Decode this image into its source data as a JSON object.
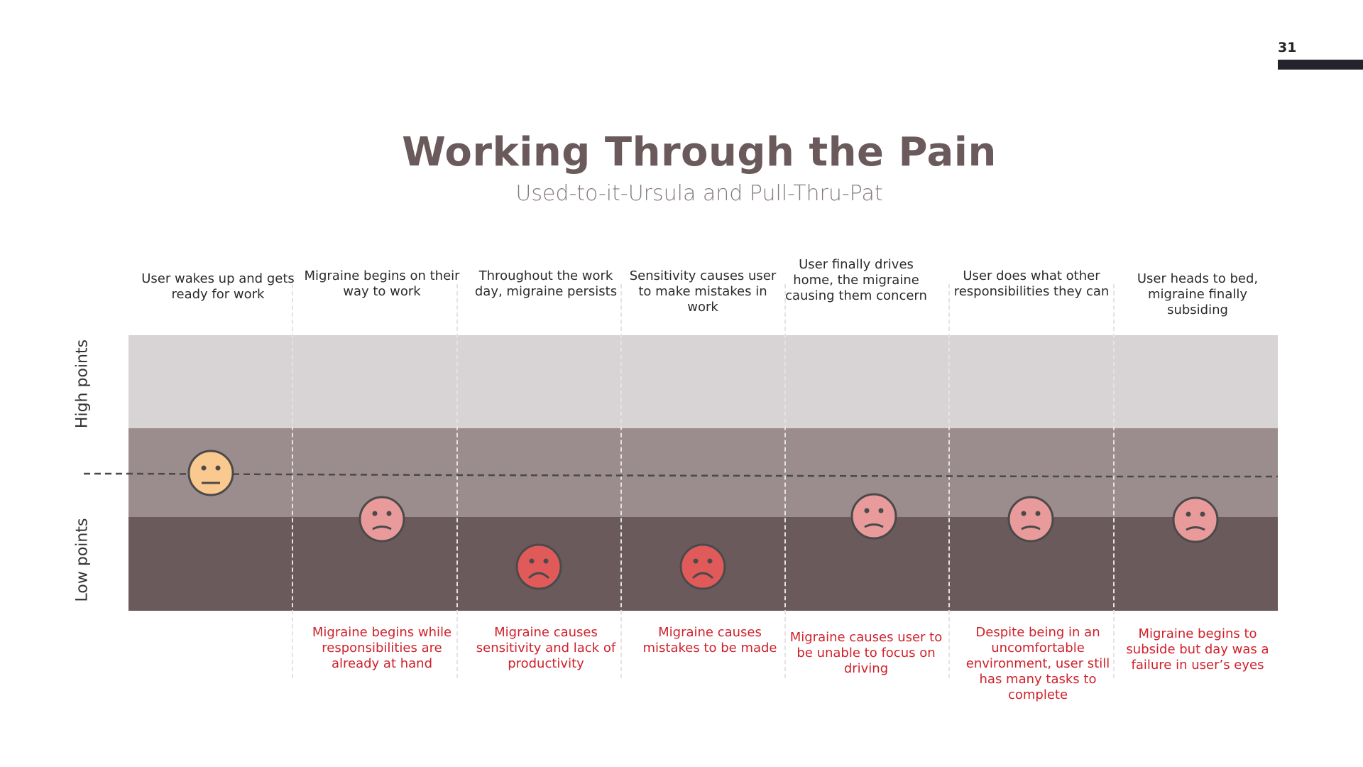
{
  "page_number": "31",
  "title": "Working Through the Pain",
  "subtitle": "Used-to-it-Ursula and Pull-Thru-Pat",
  "axis": {
    "high": "High points",
    "low": "Low points"
  },
  "colors": {
    "band_high": "#d8d3d4",
    "band_mid": "#9b8d8e",
    "band_low": "#6b5a5c",
    "face_neutral": "#f9c98f",
    "face_mild": "#e99a9a",
    "face_bad": "#e05a5a",
    "annotation_red": "#d0202a"
  },
  "stages": [
    {
      "top": "User wakes up and gets ready for work",
      "bottom": "",
      "face": "neutral"
    },
    {
      "top": "Migraine begins on their way to work",
      "bottom": "Migraine begins while responsibilities are already at hand",
      "face": "sad"
    },
    {
      "top": "Throughout the work day, migraine persists",
      "bottom": "Migraine causes sensitivity and lack of productivity",
      "face": "very-sad"
    },
    {
      "top": "Sensitivity causes user to make mistakes in work",
      "bottom": "Migraine causes mistakes to be made",
      "face": "very-sad"
    },
    {
      "top": "User finally drives home, the migraine causing them concern",
      "bottom": "Migraine causes user to be unable to focus on driving",
      "face": "sad"
    },
    {
      "top": "User does what other responsibilities they can",
      "bottom": "Despite being in an uncomfortable environment, user still has many tasks to complete",
      "face": "sad"
    },
    {
      "top": "User heads to bed, migraine finally subsiding",
      "bottom": "Migraine begins to subside but day was a failure in user’s eyes",
      "face": "sad"
    }
  ]
}
